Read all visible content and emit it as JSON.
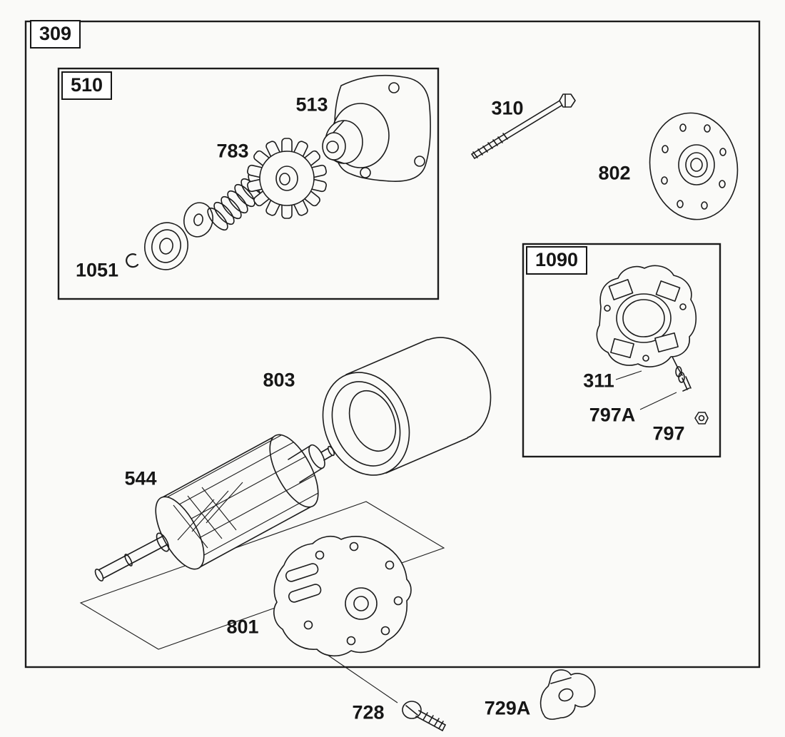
{
  "palette": {
    "ink": "#1c1c1c",
    "paper": "#fafaf8"
  },
  "diagram": {
    "callouts": {
      "c309": "309",
      "c510": "510",
      "c1090": "1090"
    },
    "labels": {
      "p513": "513",
      "p783": "783",
      "p1051": "1051",
      "p310": "310",
      "p802": "802",
      "p803": "803",
      "p544": "544",
      "p311": "311",
      "p797A": "797A",
      "p797": "797",
      "p801": "801",
      "p728": "728",
      "p729A": "729A"
    }
  }
}
